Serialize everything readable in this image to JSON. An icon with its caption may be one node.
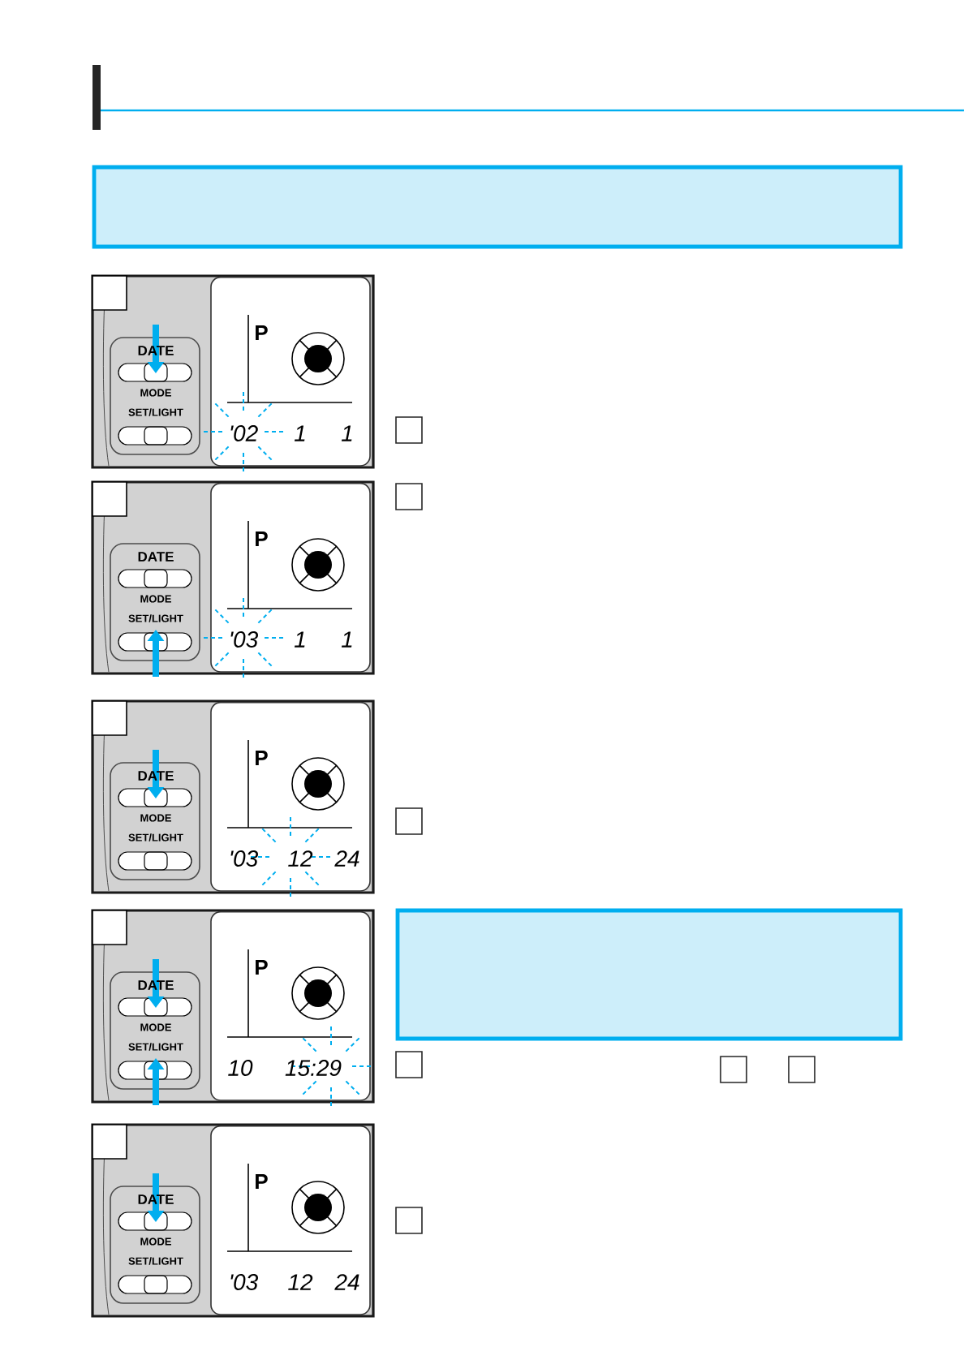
{
  "diagram": {
    "nodes": [
      {
        "text": [],
        "shape": "box"
      },
      {
        "text": [],
        "shape": "box"
      }
    ],
    "labels": [
      "DATE",
      "MODE",
      "SET/LIGHT",
      "P",
      "'02",
      "1",
      "1",
      "DATE",
      "MODE",
      "SET/LIGHT",
      "P",
      "'03",
      "1",
      "1",
      "DATE",
      "MODE",
      "SET/LIGHT",
      "P",
      "'03",
      "12",
      "24",
      "DATE",
      "MODE",
      "SET/LIGHT",
      "P",
      "10",
      "15:29",
      "DATE",
      "MODE",
      "SET/LIGHT",
      "P",
      "'03",
      "12",
      "24"
    ]
  }
}
